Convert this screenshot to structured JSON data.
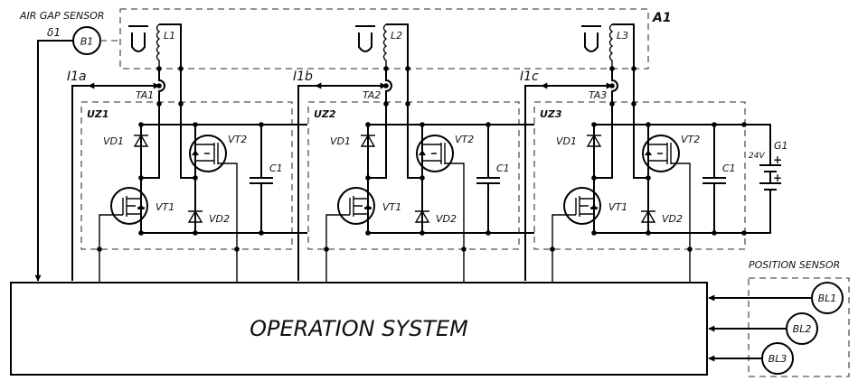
{
  "air_gap_sensor": {
    "title": "AIR GAP SENSOR",
    "sensor": "B1",
    "signal": "δ1"
  },
  "machine_block": {
    "label": "A1"
  },
  "phases": [
    {
      "coil": "L1",
      "transformer": "TA1",
      "current": "I1a",
      "converter": "UZ1",
      "vd1": "VD1",
      "vd2": "VD2",
      "vt1": "VT1",
      "vt2": "VT2",
      "cap": "C1"
    },
    {
      "coil": "L2",
      "transformer": "TA2",
      "current": "I1b",
      "converter": "UZ2",
      "vd1": "VD1",
      "vd2": "VD2",
      "vt1": "VT1",
      "vt2": "VT2",
      "cap": "C1"
    },
    {
      "coil": "L3",
      "transformer": "TA3",
      "current": "I1c",
      "converter": "UZ3",
      "vd1": "VD1",
      "vd2": "VD2",
      "vt1": "VT1",
      "vt2": "VT2",
      "cap": "C1"
    }
  ],
  "power_supply": {
    "label": "G1",
    "voltage": "24V"
  },
  "operation_system": {
    "label": "OPERATION SYSTEM"
  },
  "position_sensor": {
    "title": "POSITION SENSOR",
    "sensors": [
      "BL1",
      "BL2",
      "BL3"
    ]
  }
}
